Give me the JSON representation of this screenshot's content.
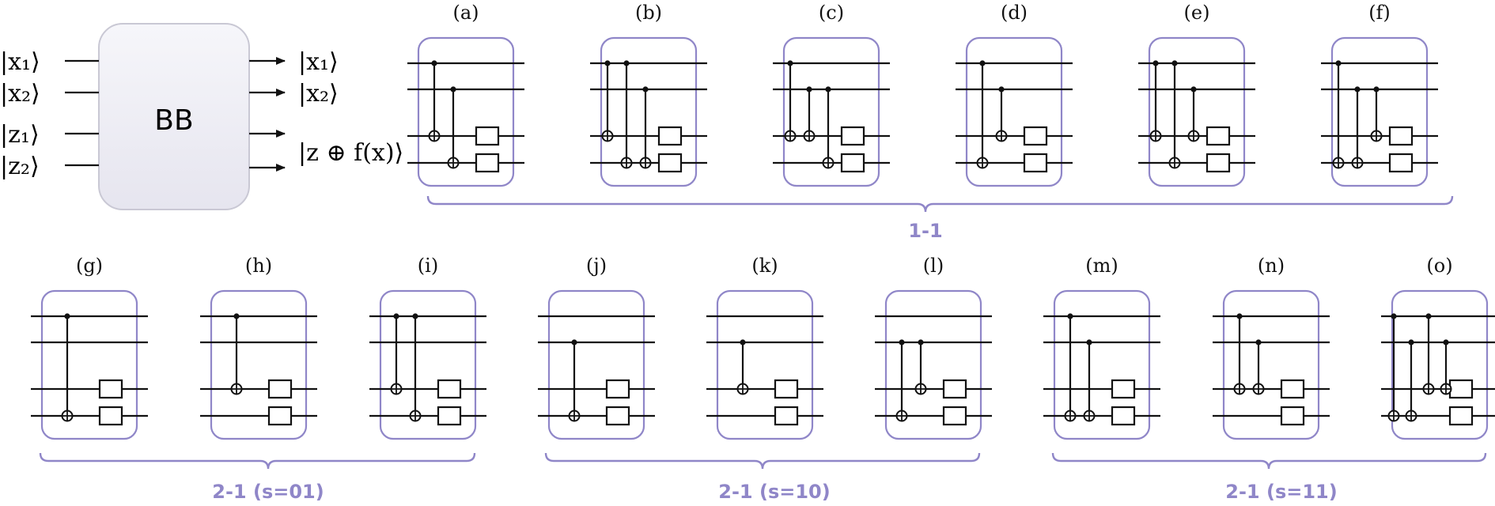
{
  "black_box": {
    "label": "BB",
    "inputs": [
      "|x₁⟩",
      "|x₂⟩",
      "|z₁⟩",
      "|z₂⟩"
    ],
    "outputs": [
      "|x₁⟩",
      "|x₂⟩",
      "|z ⊕ f(x)⟩"
    ]
  },
  "group_labels": [
    "1-1",
    "2-1 (s=01)",
    "2-1 (s=10)",
    "2-1 (s=11)"
  ],
  "colors": {
    "accent": "#8f86c8",
    "box_fill": "#ececf3",
    "ink": "#111111"
  },
  "circuits": [
    {
      "label": "(a)",
      "cnots": [
        [
          0,
          2
        ],
        [
          1,
          3
        ]
      ]
    },
    {
      "label": "(b)",
      "cnots": [
        [
          0,
          2
        ],
        [
          0,
          3
        ],
        [
          1,
          3
        ]
      ]
    },
    {
      "label": "(c)",
      "cnots": [
        [
          0,
          2
        ],
        [
          1,
          2
        ],
        [
          1,
          3
        ]
      ]
    },
    {
      "label": "(d)",
      "cnots": [
        [
          0,
          3
        ],
        [
          1,
          2
        ]
      ]
    },
    {
      "label": "(e)",
      "cnots": [
        [
          0,
          2
        ],
        [
          0,
          3
        ],
        [
          1,
          2
        ]
      ]
    },
    {
      "label": "(f)",
      "cnots": [
        [
          0,
          3
        ],
        [
          1,
          3
        ],
        [
          1,
          2
        ]
      ]
    },
    {
      "label": "(g)",
      "cnots": [
        [
          0,
          3
        ]
      ]
    },
    {
      "label": "(h)",
      "cnots": [
        [
          0,
          2
        ]
      ]
    },
    {
      "label": "(i)",
      "cnots": [
        [
          0,
          2
        ],
        [
          0,
          3
        ]
      ]
    },
    {
      "label": "(j)",
      "cnots": [
        [
          1,
          3
        ]
      ]
    },
    {
      "label": "(k)",
      "cnots": [
        [
          1,
          2
        ]
      ]
    },
    {
      "label": "(l)",
      "cnots": [
        [
          1,
          3
        ],
        [
          1,
          2
        ]
      ]
    },
    {
      "label": "(m)",
      "cnots": [
        [
          0,
          3
        ],
        [
          1,
          3
        ]
      ]
    },
    {
      "label": "(n)",
      "cnots": [
        [
          0,
          2
        ],
        [
          1,
          2
        ]
      ]
    },
    {
      "label": "(o)",
      "cnots": [
        [
          0,
          3
        ],
        [
          1,
          3
        ],
        [
          0,
          2
        ],
        [
          1,
          2
        ]
      ]
    }
  ]
}
